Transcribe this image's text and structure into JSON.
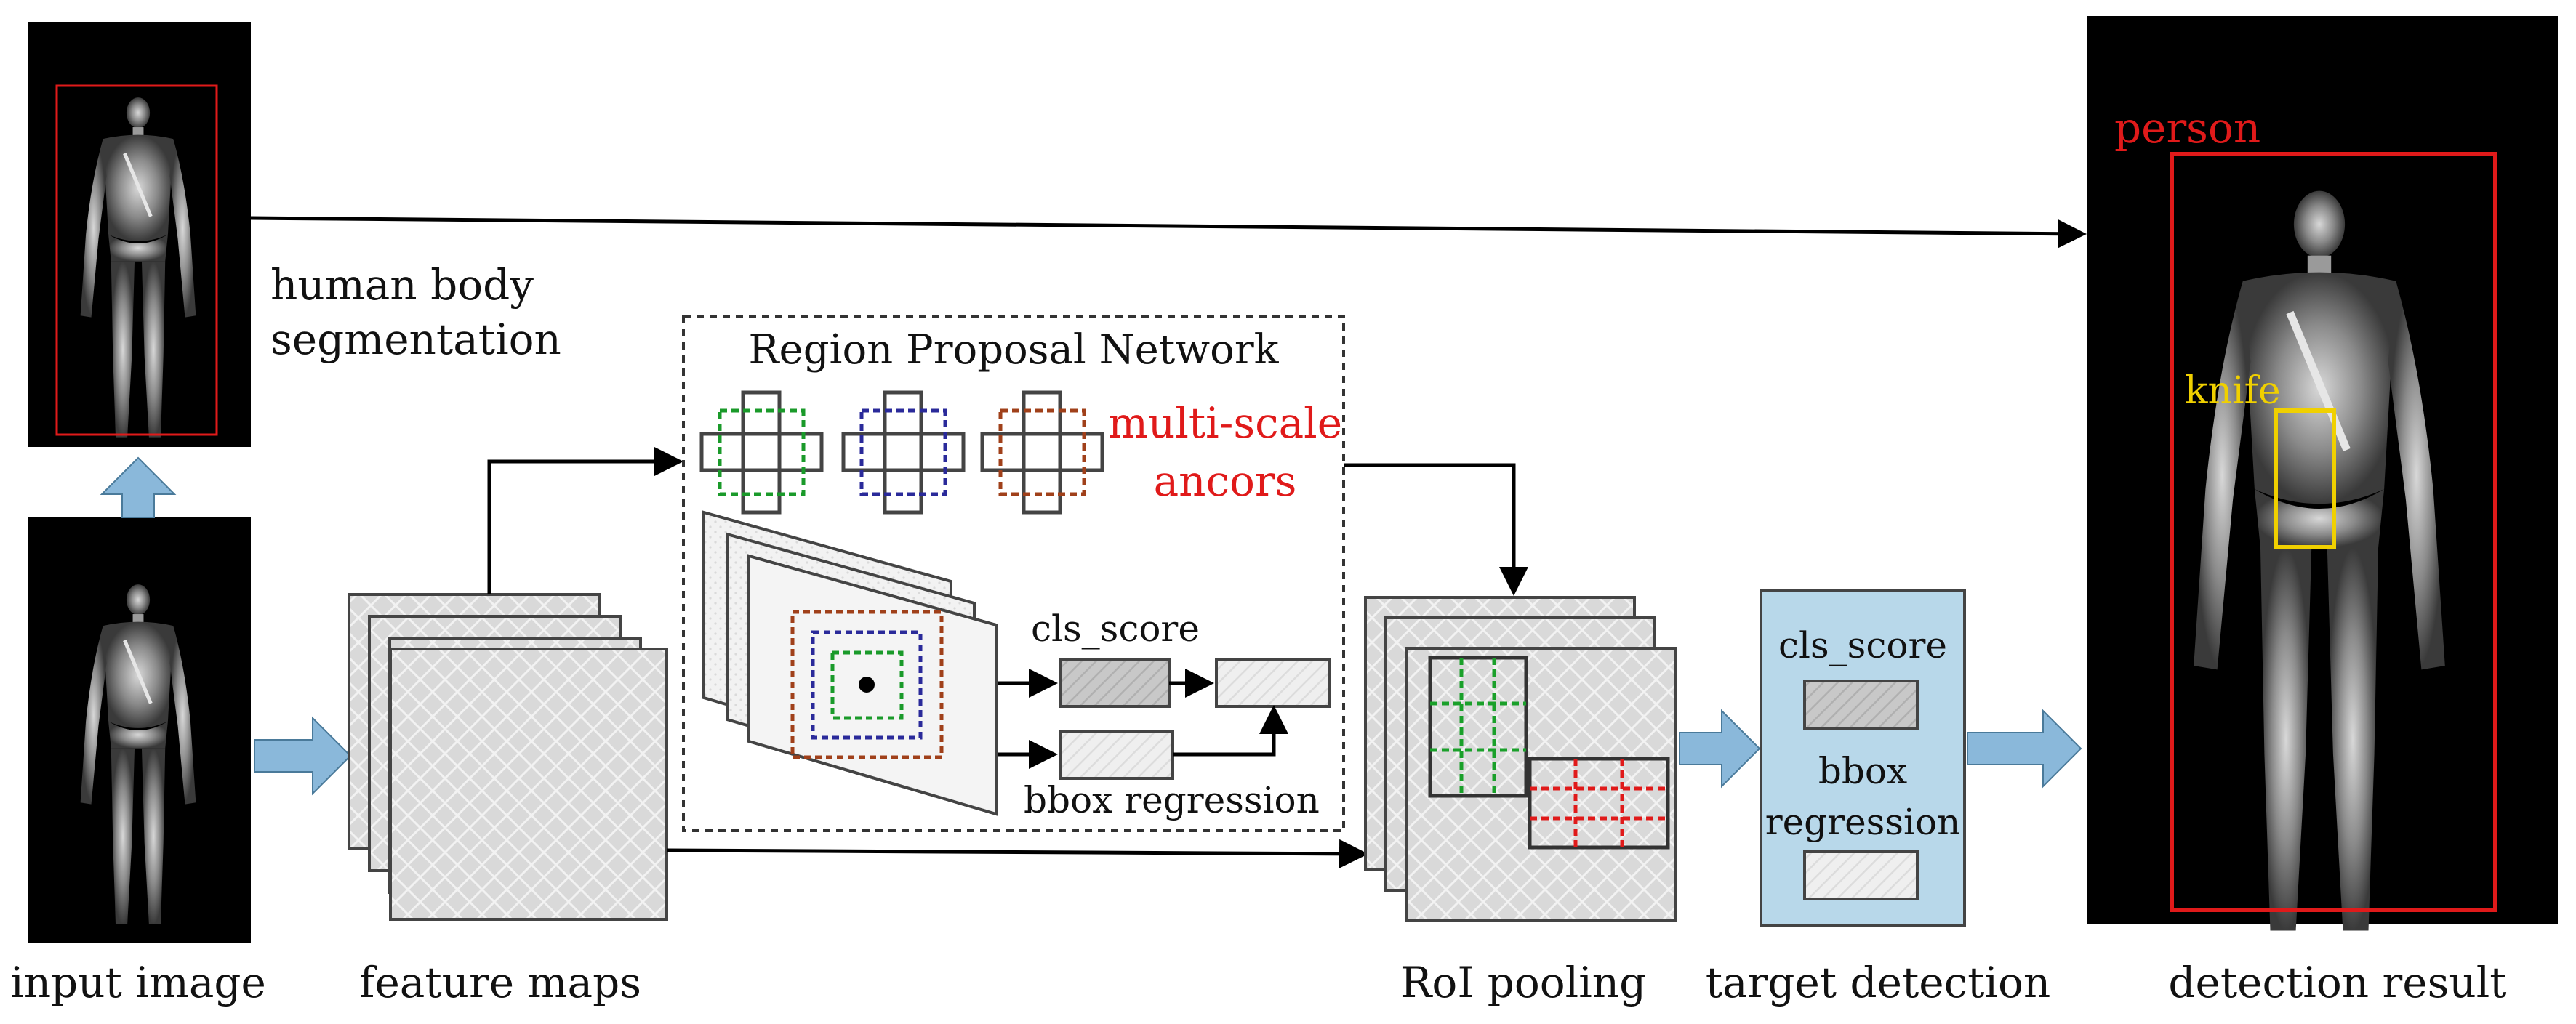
{
  "labels": {
    "input_image": "input image",
    "feature_maps": "feature maps",
    "roi_pooling": "RoI pooling",
    "target_detection": "target detection",
    "detection_result": "detection result",
    "human_body_line1": "human body",
    "human_body_line2": "segmentation",
    "rpn_title": "Region Proposal Network",
    "multiscale_line1": "multi-scale",
    "multiscale_line2": "ancors",
    "cls_score": "cls_score",
    "bbox_regression": "bbox regression",
    "td_cls_score": "cls_score",
    "td_bbox_line1": "bbox",
    "td_bbox_line2": "regression",
    "person": "person",
    "knife": "knife"
  },
  "colors": {
    "anchor_green": "#1a9a2a",
    "anchor_blue": "#2a2a9a",
    "anchor_brown": "#a0401a",
    "roi_green": "#1aa02a",
    "roi_red": "#e01a1a",
    "person_box": "#e01a1a",
    "knife_box": "#f0d000",
    "arrow_blue": "#8ab8da",
    "panel_blue": "#b8d8ea",
    "highlight_red": "#e01a1a"
  }
}
